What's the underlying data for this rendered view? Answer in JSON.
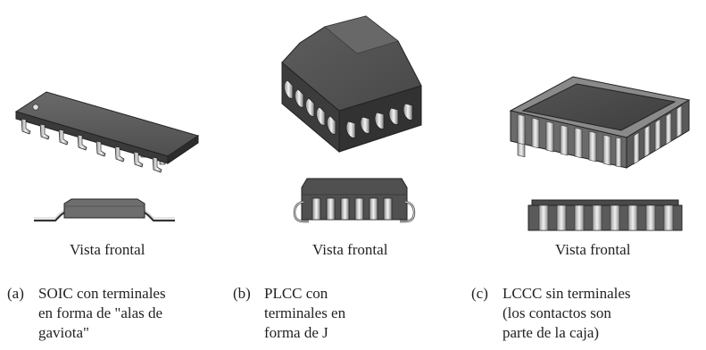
{
  "panels": [
    {
      "tag": "(a)",
      "view_label": "Vista frontal",
      "caption_lines": [
        "SOIC con terminales",
        "en forma de \"alas de",
        "gaviota\""
      ]
    },
    {
      "tag": "(b)",
      "view_label": "Vista frontal",
      "caption_lines": [
        "PLCC con",
        "terminales en",
        "forma de J"
      ]
    },
    {
      "tag": "(c)",
      "view_label": "Vista frontal",
      "caption_lines": [
        "LCCC sin terminales",
        "(los contactos son",
        "parte de la caja)"
      ]
    }
  ]
}
